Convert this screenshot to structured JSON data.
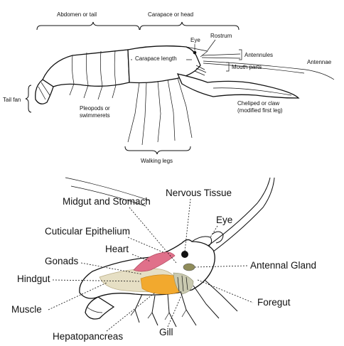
{
  "top_diagram": {
    "labels": {
      "abdomen": "Abdomen or tail",
      "carapace_head": "Carapace or head",
      "eye": "Eye",
      "rostrum": "Rostrum",
      "antennules": "Antennules",
      "antennae": "Antennae",
      "mouth_parts": "Mouth parts",
      "carapace_length": "Carapace length",
      "tail_fan": "Tail fan",
      "pleopods_1": "Pleopods or",
      "pleopods_2": "swimmerets",
      "cheliped_1": "Cheliped or claw",
      "cheliped_2": "(modified first leg)",
      "walking_legs": "Walking legs"
    }
  },
  "bottom_diagram": {
    "labels": {
      "nervous_tissue": "Nervous Tissue",
      "midgut_stomach": "Midgut and Stomach",
      "eye": "Eye",
      "cuticular_epithelium": "Cuticular Epithelium",
      "heart": "Heart",
      "gonads": "Gonads",
      "antennal_gland": "Antennal Gland",
      "hindgut": "Hindgut",
      "foregut": "Foregut",
      "muscle": "Muscle",
      "gill": "Gill",
      "hepatopancreas": "Hepatopancreas"
    },
    "colors": {
      "heart": "#e0708a",
      "hepatopancreas": "#f2a92e",
      "muscle": "#e6dfc4",
      "gill": "#c9c9b0",
      "nervous_tissue": "#111111"
    }
  }
}
